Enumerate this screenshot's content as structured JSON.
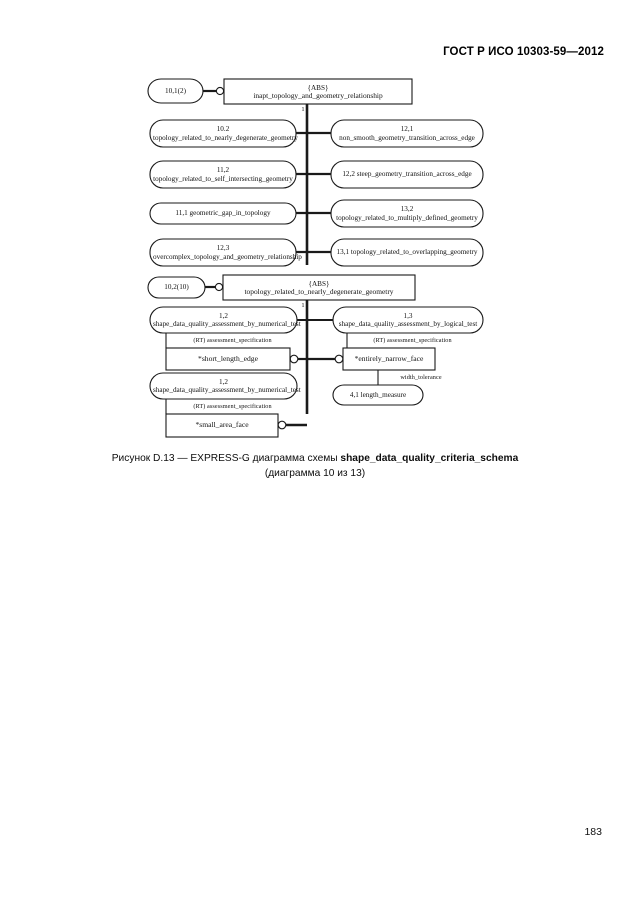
{
  "document": {
    "header": "ГОСТ Р ИСО 10303-59—2012",
    "page_number": "183"
  },
  "caption": {
    "line1_prefix": "Рисунок D.13 — EXPRESS-G диаграмма схемы ",
    "line1_schema": "shape_data_quality_criteria_schema",
    "line2": "(диаграмма 10 из 13)"
  },
  "diagram": {
    "type": "EXPRESS-G",
    "section1": {
      "page_ref": "10,1(2)",
      "supertype": {
        "abs": "{ABS}",
        "name": "inapt_topology_and_geometry_relationship"
      },
      "cardinality": "1",
      "subtypes_left": [
        "10.2  topology_related_to_nearly_degenerate_geometry",
        "11,2  topology_related_to_self_intersecting_geometry",
        "11,1  geometric_gap_in_topology",
        "12,3  overcomplex_topology_and_geometry_relationship"
      ],
      "subtypes_right": [
        "12,1  non_smooth_geometry_transition_across_edge",
        "12,2  steep_geometry_transition_across_edge",
        "13,2  topology_related_to_multiply_defined_geometry",
        "13,1  topology_related_to_overlapping_geometry"
      ]
    },
    "section2": {
      "page_ref": "10,2(10)",
      "supertype": {
        "abs": "{ABS}",
        "name": "topology_related_to_nearly_degenerate_geometry"
      },
      "cardinality": "1",
      "subtype_left_top": "1,2  shape_data_quality_assessment_by_numerical_test",
      "subtype_right_top": "1,3  shape_data_quality_assessment_by_logical_test",
      "attr_label_left_top": "(RT) assessment_specification",
      "attr_left_top": "*short_length_edge",
      "attr_label_right_top": "(RT) assessment_specification",
      "attr_right_top": "*entirely_narrow_face",
      "attr_right_sub_label": "width_tolerance",
      "attr_right_sub_node": "4,1  length_measure",
      "subtype_left_bottom": "1,2  shape_data_quality_assessment_by_numerical_test",
      "attr_label_left_bottom": "(RT) assessment_specification",
      "attr_left_bottom": "*small_area_face"
    }
  },
  "colors": {
    "ink": "#161616",
    "line": "#1a1a1a",
    "paper": "#ffffff"
  }
}
